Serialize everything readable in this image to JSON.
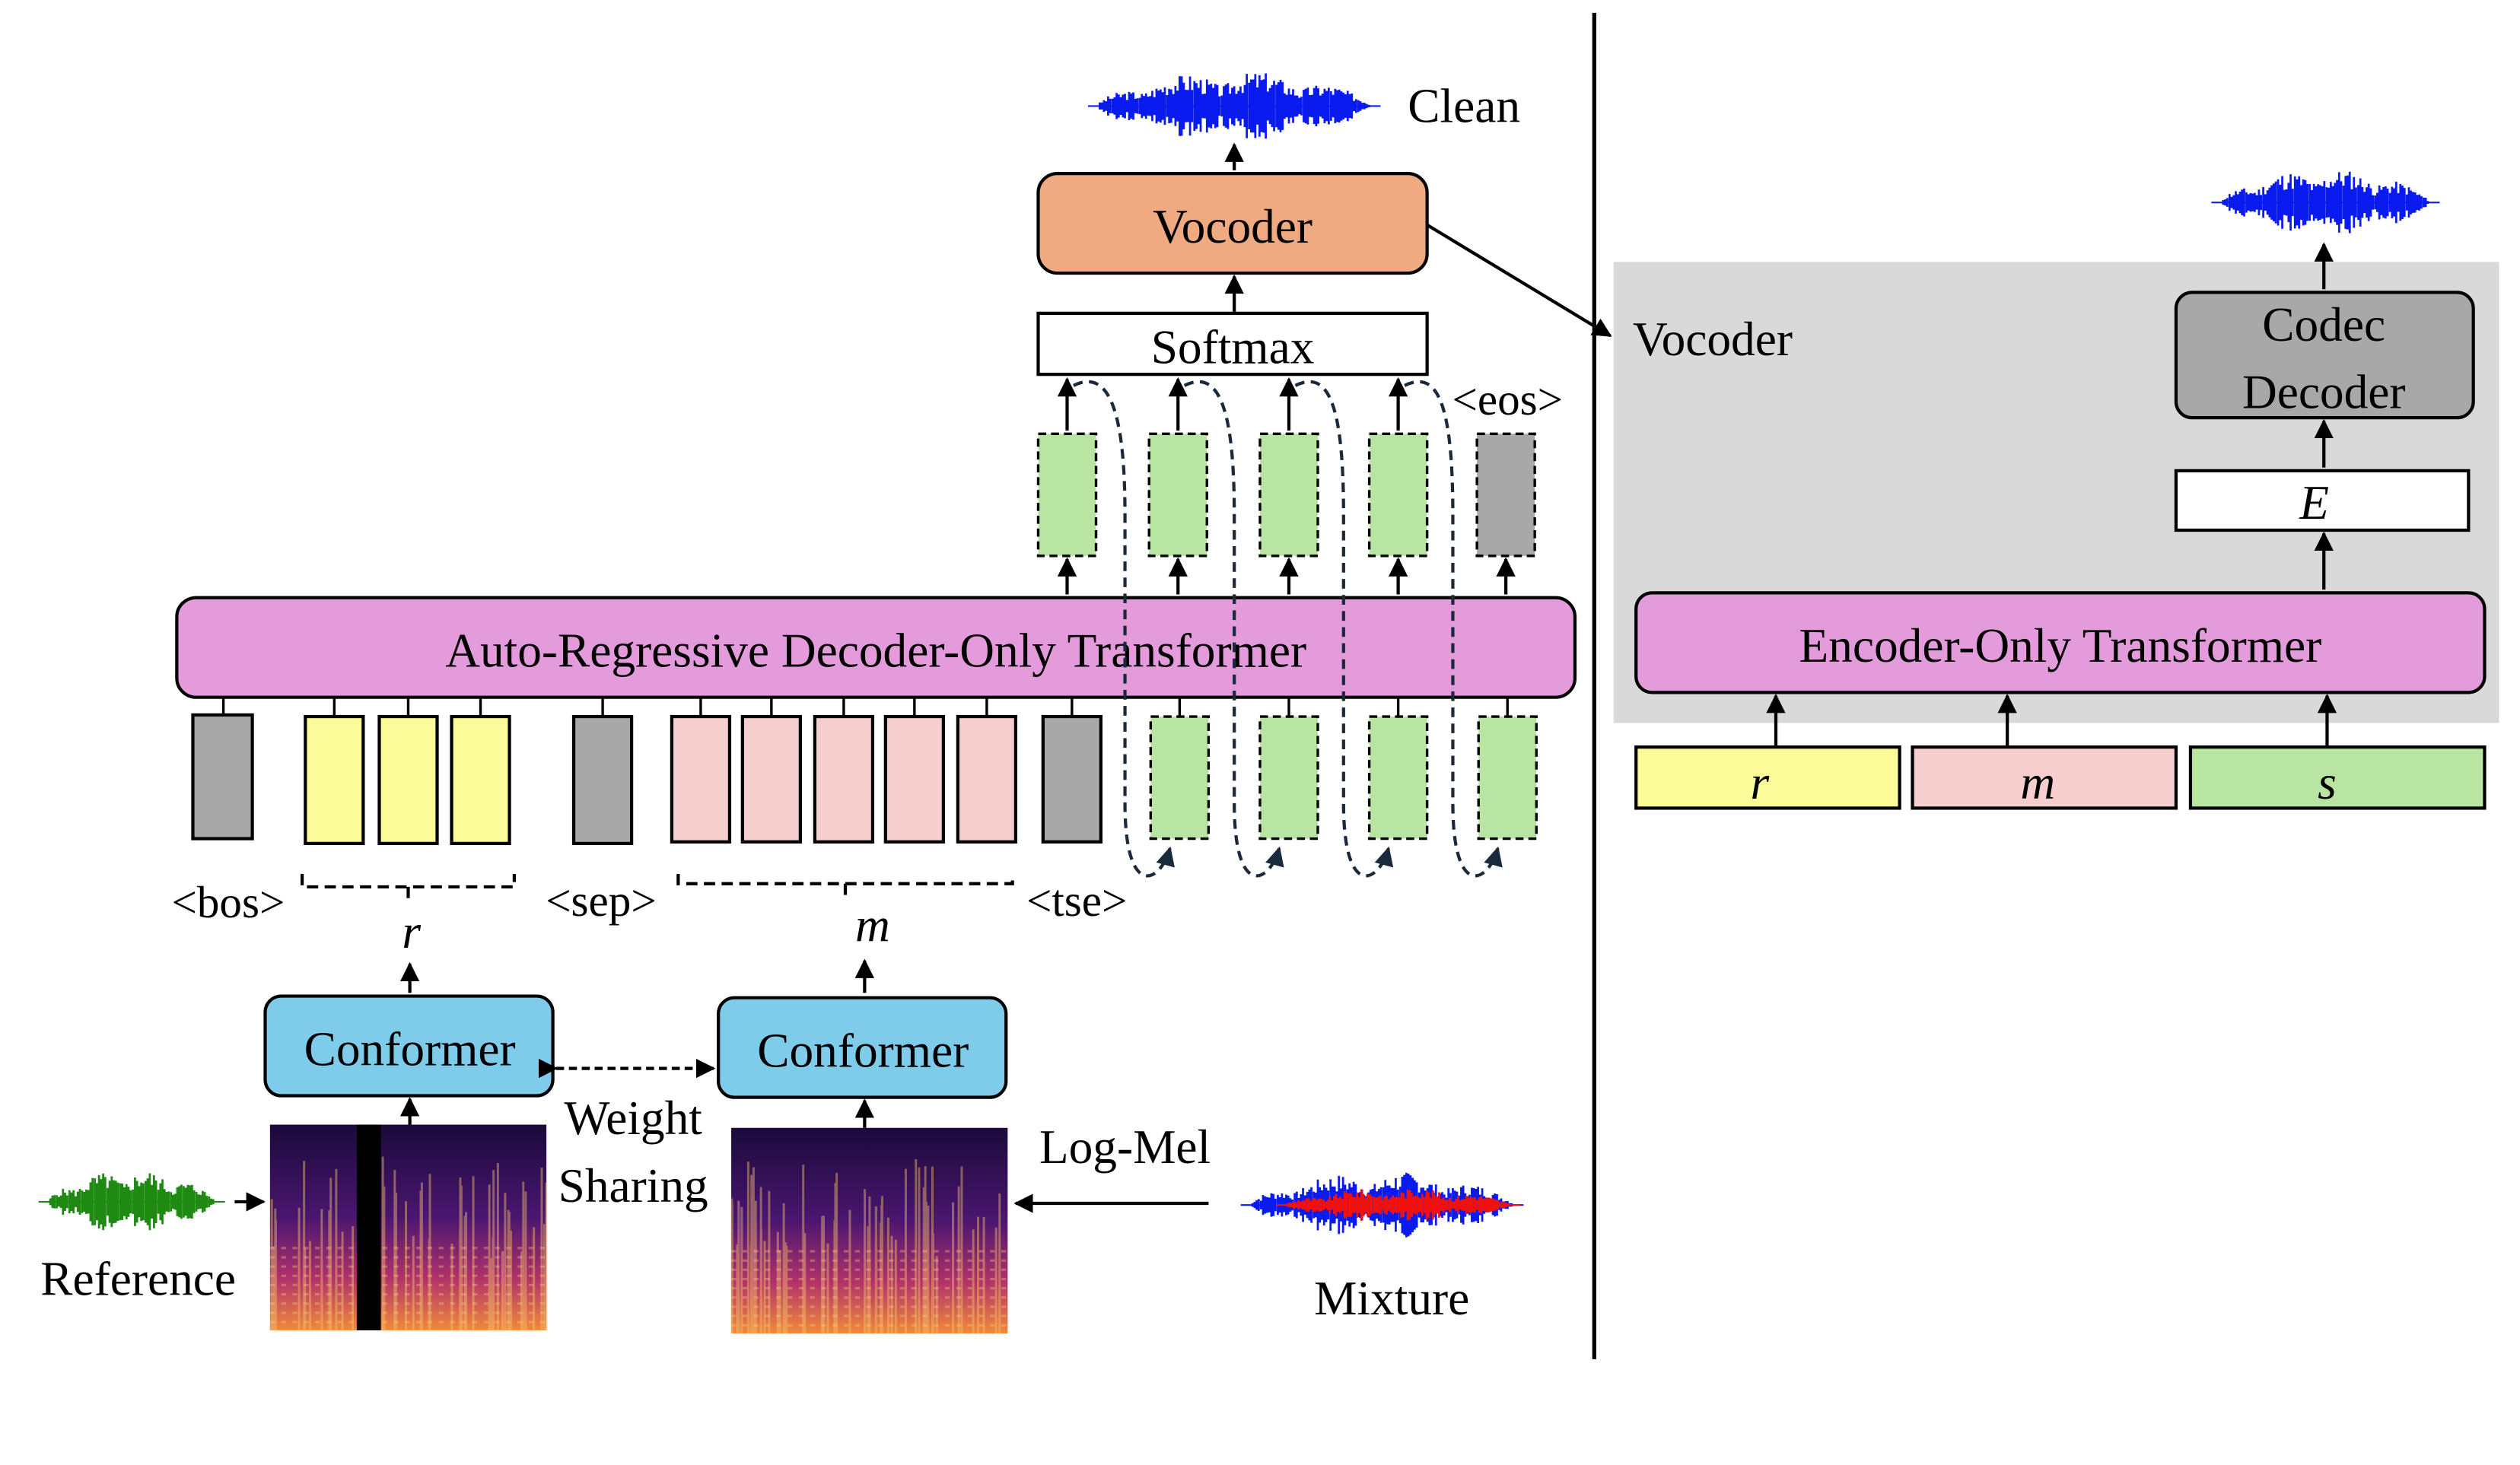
{
  "left": {
    "output_label": "Clean",
    "vocoder_label": "Vocoder",
    "softmax_label": "Softmax",
    "eos_label": "<eos>",
    "decoder_label": "Auto-Regressive Decoder-Only Transformer",
    "bos_label": "<bos>",
    "sep_label": "<sep>",
    "tse_label": "<tse>",
    "ref_symbol": "r",
    "mix_symbol": "m",
    "conformer_left_label": "Conformer",
    "conformer_right_label": "Conformer",
    "weight_sharing_line1": "Weight",
    "weight_sharing_line2": "Sharing",
    "logmel_label": "Log-Mel",
    "reference_label": "Reference",
    "mixture_label": "Mixture"
  },
  "right": {
    "panel_label": "Vocoder",
    "codec_line1": "Codec",
    "codec_line2": "Decoder",
    "e_symbol": "E",
    "encoder_label": "Encoder-Only Transformer",
    "input_r": "r",
    "input_m": "m",
    "input_s": "s"
  },
  "colors": {
    "vocoder": "#f0aa82",
    "decoder": "#e49bdc",
    "conformer": "#7fcbea",
    "token_gray": "#a8a8a8",
    "token_yellow": "#fbfb9a",
    "token_pink": "#f6cece",
    "token_green": "#b8e6a2",
    "panel_bg": "#d9d9d9",
    "codec": "#a8a8a8",
    "wave_blue": "#0a1bf0",
    "wave_red": "#f01010",
    "wave_green": "#1e8a12"
  }
}
